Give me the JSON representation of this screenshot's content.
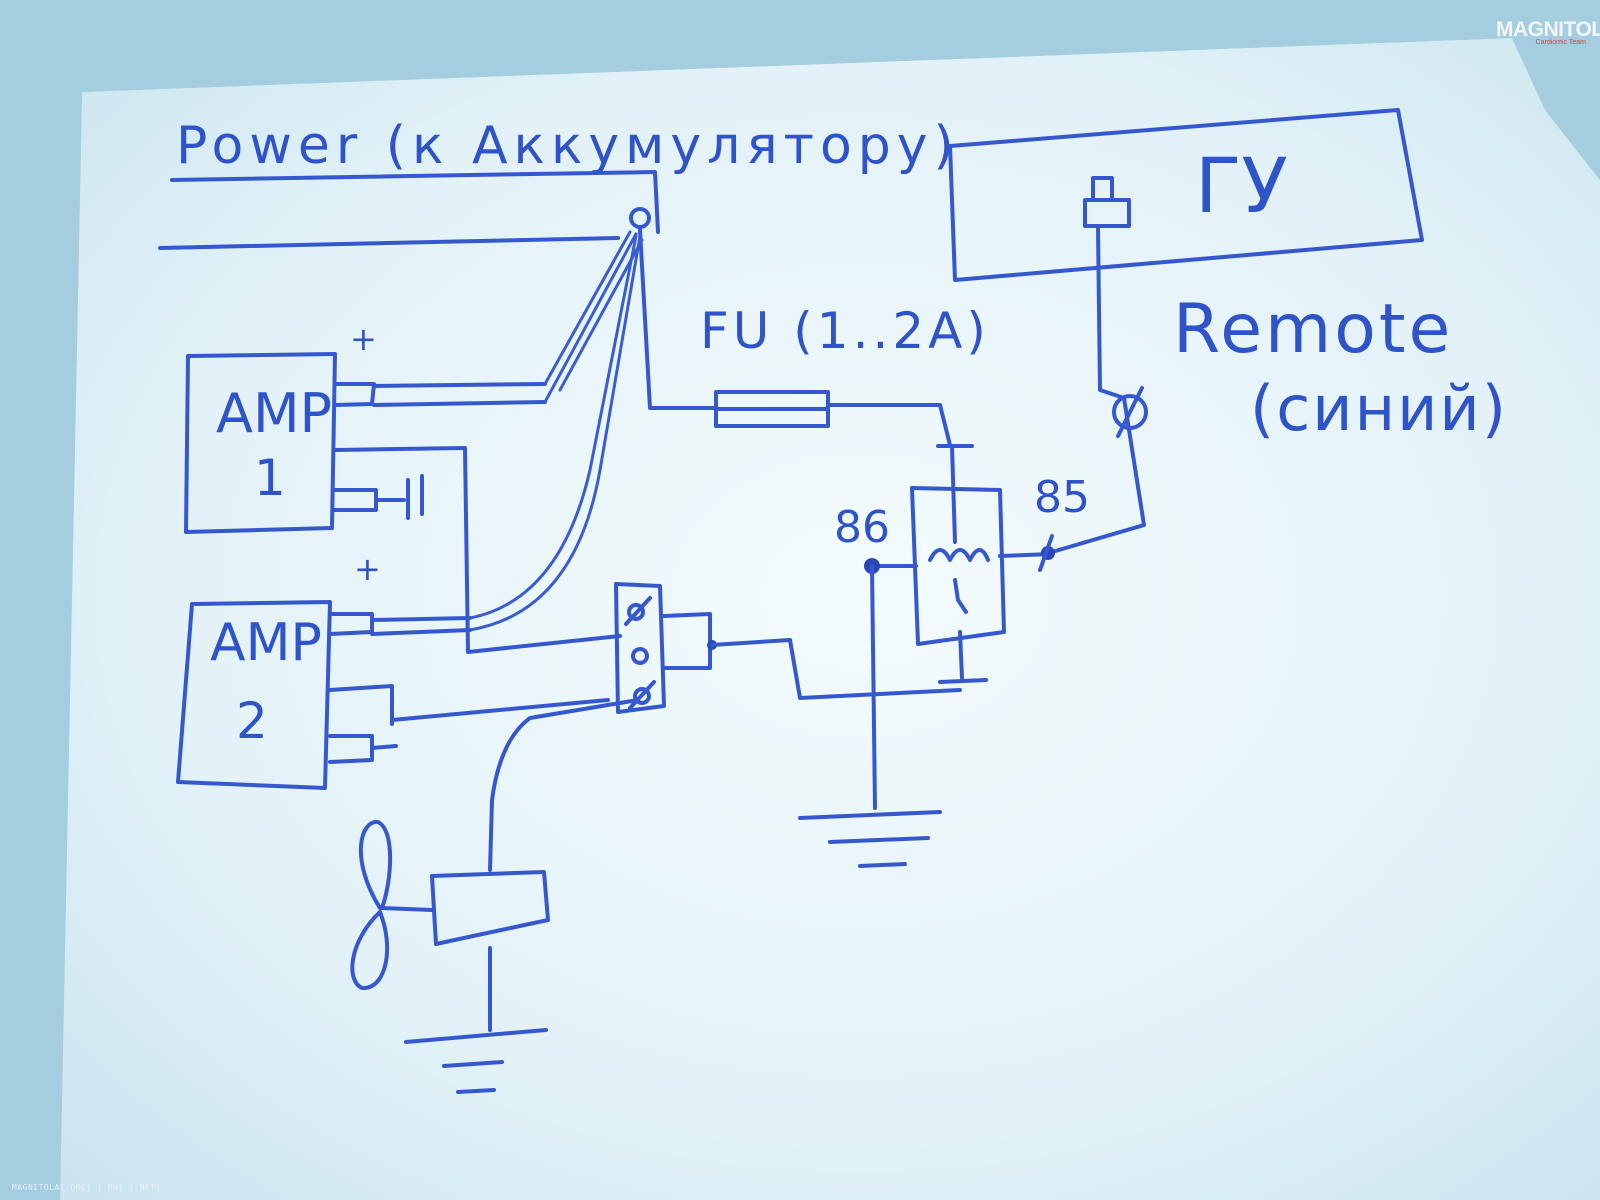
{
  "diagram": {
    "power_label": "Power (к Аккумулятору)",
    "head_unit_label": "ГУ",
    "fuse_label": "FU (1..2A)",
    "remote_label": "Remote",
    "remote_color_label": "(синий)",
    "amp1_label_line1": "AMP",
    "amp1_label_line2": "1",
    "amp2_label_line1": "AMP",
    "amp2_label_line2": "2",
    "amp1_plus": "+",
    "amp2_plus": "+",
    "relay_pin_86": "86",
    "relay_pin_85": "85"
  },
  "watermark": {
    "logo_text": "MAGNITOLA",
    "logo_sub": "Cardiomic Team",
    "url_text": "MAGNITOLA[.ORG] [.RU] [.NET]"
  },
  "colors": {
    "paper": "#a9d2e3",
    "ink": "#3558cf"
  }
}
